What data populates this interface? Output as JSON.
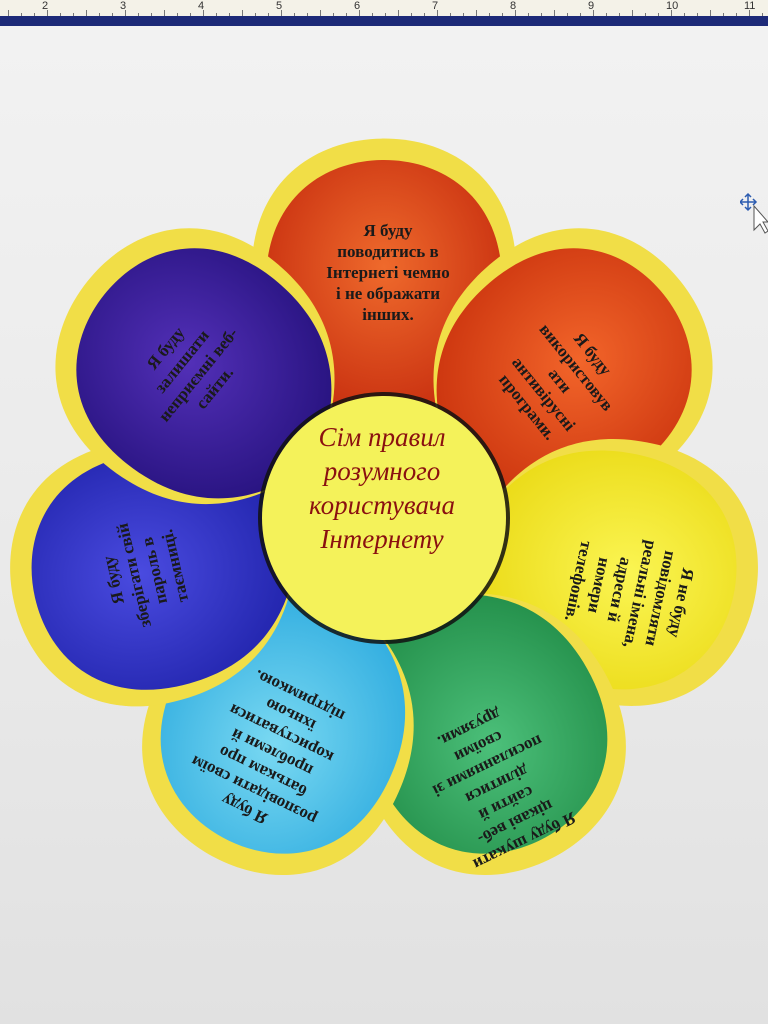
{
  "ruler": {
    "numbers": [
      "2",
      "3",
      "4",
      "5",
      "6",
      "7",
      "8",
      "9",
      "10",
      "11"
    ]
  },
  "center": {
    "lines": [
      "Сім правил",
      "розумного",
      "користувача",
      "Інтернету"
    ]
  },
  "petals": [
    {
      "id": "top",
      "lines": [
        "Я буду",
        "поводитись в",
        "Інтернеті чемно",
        "і не ображати",
        "інших."
      ]
    },
    {
      "id": "upper-right",
      "lines": [
        "Я буду",
        "використовув",
        "ати",
        "антивірусні",
        "програми."
      ]
    },
    {
      "id": "right",
      "lines": [
        "Я не буду",
        "повідомляти",
        "реальні імена,",
        "адреси й",
        "номери",
        "телефонів."
      ]
    },
    {
      "id": "lower-right",
      "lines": [
        "Я буду шукати",
        "цікаві веб-",
        "сайти й",
        "ділитися",
        "посиланнями зі",
        "своїми",
        "друзями."
      ]
    },
    {
      "id": "lower-left",
      "lines": [
        "Я буду",
        "розповідати своїм",
        "батькам про",
        "проблеми й",
        "користуватися",
        "їхньою",
        "підтримкою."
      ]
    },
    {
      "id": "left",
      "lines": [
        "Я буду",
        "зберігати свій",
        "пароль в",
        "таємниці."
      ]
    },
    {
      "id": "upper-left",
      "lines": [
        "Я буду",
        "залишати",
        "неприємні веб-",
        "сайти."
      ]
    }
  ],
  "colors": {
    "outline": "#f1de47",
    "center_fill": "#f4f25a",
    "title": "#8a1010",
    "top": "#e64a1c",
    "upper_right": "#ea4d12",
    "right": "#f4ec2a",
    "lower_right": "#2fa85a",
    "lower_left": "#4cc7ea",
    "left": "#2d2fc4",
    "upper_left": "#3c1e9c"
  },
  "icons": {
    "cursor": "move-cursor-icon"
  }
}
